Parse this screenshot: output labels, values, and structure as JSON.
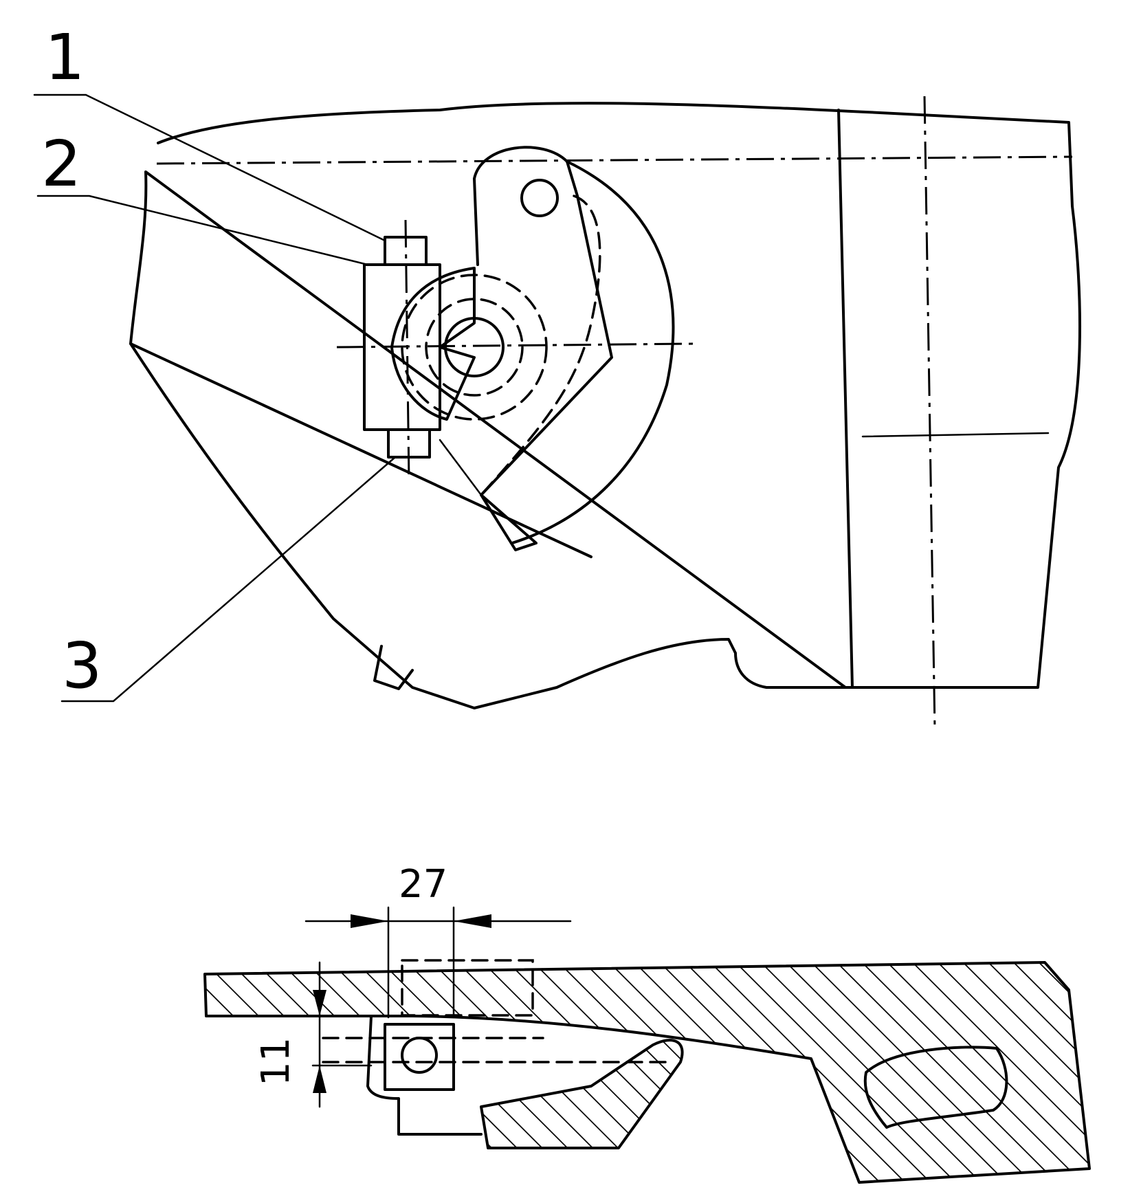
{
  "callouts": [
    {
      "id": "1",
      "text": "1"
    },
    {
      "id": "2",
      "text": "2"
    },
    {
      "id": "3",
      "text": "3"
    }
  ],
  "dimensions": {
    "width": "27",
    "height": "11"
  }
}
